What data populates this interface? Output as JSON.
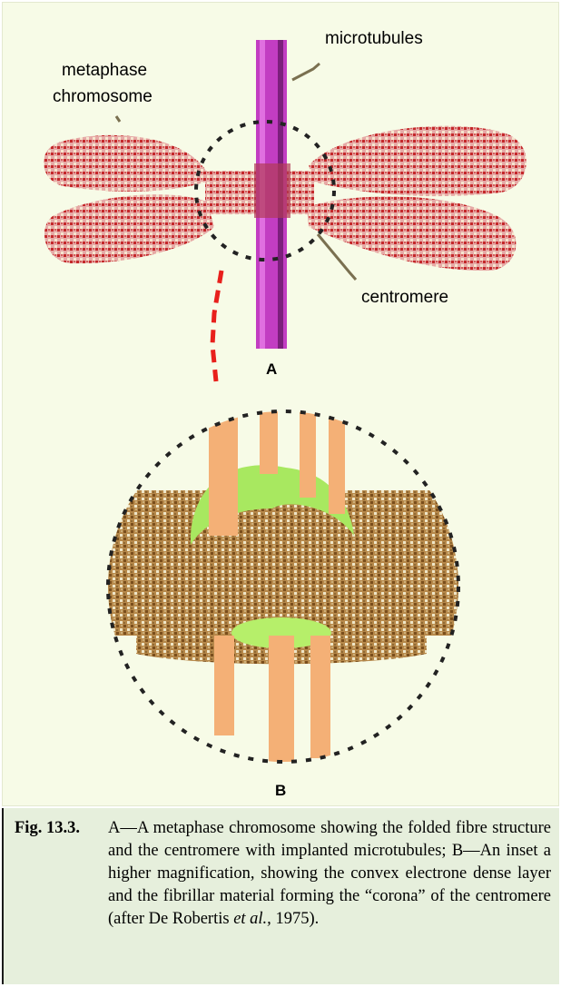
{
  "figure": {
    "labels": {
      "metaphase_chromosome_line1": "metaphase",
      "metaphase_chromosome_line2": "chromosome",
      "microtubules": "microtubules",
      "centromere": "centromere",
      "panel_a": "A",
      "panel_b": "B"
    },
    "colors": {
      "panel_background": "#f7fbe7",
      "chromatid_fill": "#e09a9a",
      "chromatid_dots": "#c4282a",
      "microtubule_purple": "#c23dc2",
      "fibrillar_brown": "#a87438",
      "corona_green": "#a8e860",
      "tubule_orange": "#f4b076",
      "connector_red": "#e8201c",
      "caption_background": "#e6efdc"
    }
  },
  "caption": {
    "label": "Fig. 13.3.",
    "text_before_italic": "A—A metaphase chromosome showing the folded fibre structure and the centromere with implanted microtubules; B—An inset a higher magnification, showing the convex electrone dense layer and the fibrillar material forming the “corona” of the centromere (after De Robertis ",
    "italic": "et al.,",
    "text_after_italic": " 1975)."
  }
}
